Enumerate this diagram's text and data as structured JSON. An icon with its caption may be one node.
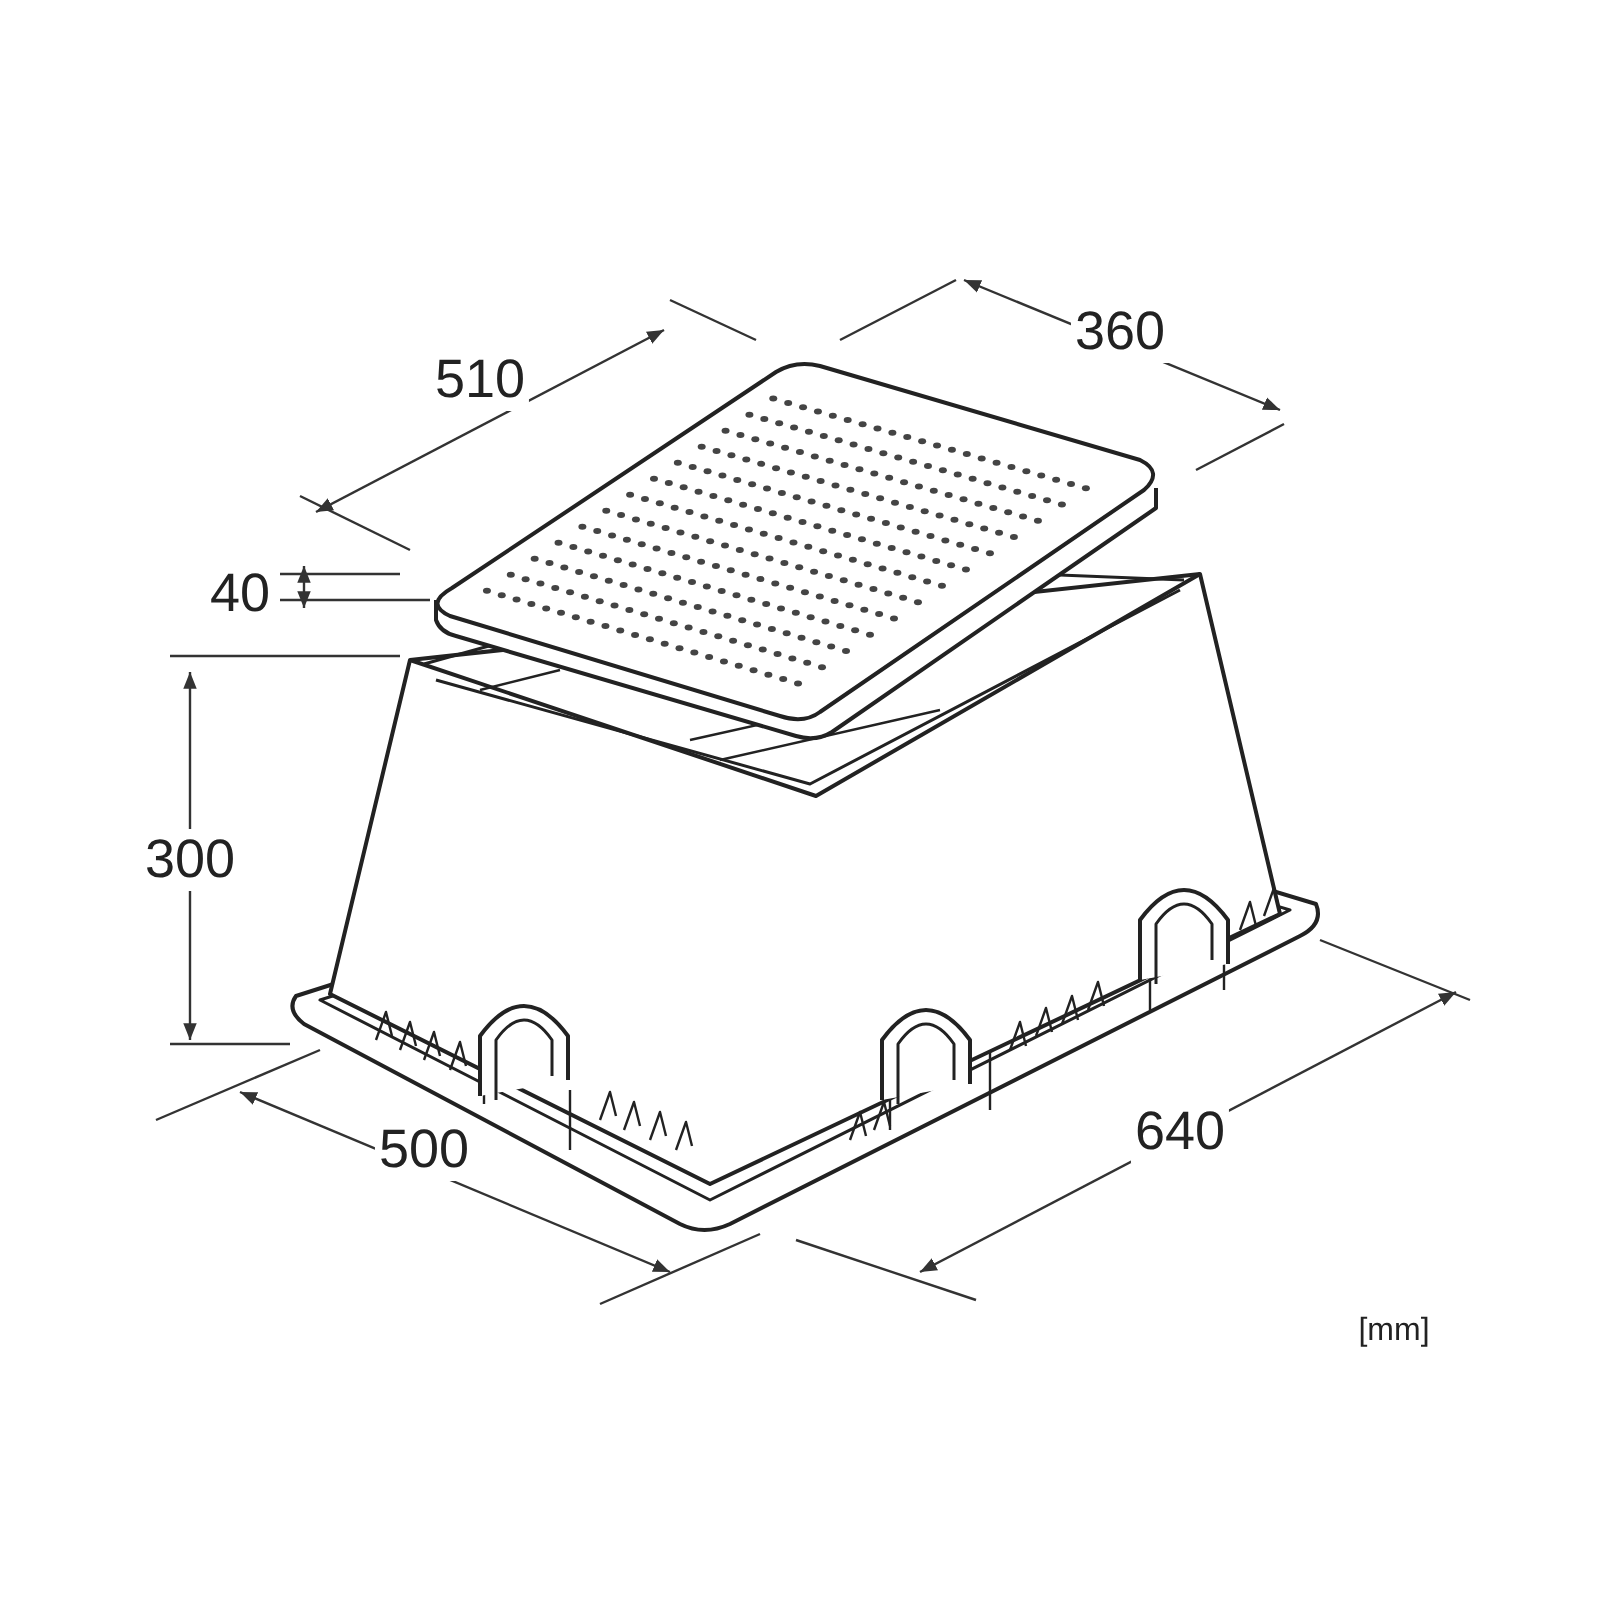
{
  "diagram": {
    "labels": [
      "510",
      "360",
      "40",
      "300",
      "500",
      "640",
      "[mm]"
    ]
  }
}
